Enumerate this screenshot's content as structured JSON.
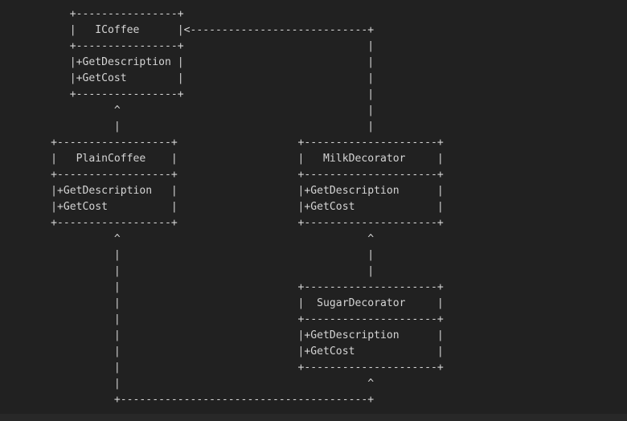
{
  "colors": {
    "background": "#212121",
    "text": "#d4d4d4",
    "scrollbar_track": "#282828"
  },
  "diagram": {
    "entities": [
      {
        "name": "ICoffee",
        "members": [
          "+GetDescription",
          "+GetCost"
        ]
      },
      {
        "name": "PlainCoffee",
        "members": [
          "+GetDescription",
          "+GetCost"
        ]
      },
      {
        "name": "MilkDecorator",
        "members": [
          "+GetDescription",
          "+GetCost"
        ]
      },
      {
        "name": "SugarDecorator",
        "members": [
          "+GetDescription",
          "+GetCost"
        ]
      }
    ],
    "lines": [
      "           +----------------+",
      "           |   ICoffee      |<----------------------------+",
      "           +----------------+                             |",
      "           |+GetDescription |                             |",
      "           |+GetCost        |                             |",
      "           +----------------+                             |",
      "                  ^                                       |",
      "                  |                                       |",
      "        +------------------+                   +---------------------+",
      "        |   PlainCoffee    |                   |   MilkDecorator     |",
      "        +------------------+                   +---------------------+",
      "        |+GetDescription   |                   |+GetDescription      |",
      "        |+GetCost          |                   |+GetCost             |",
      "        +------------------+                   +---------------------+",
      "                  ^                                       ^",
      "                  |                                       |",
      "                  |                                       |",
      "                  |                            +---------------------+",
      "                  |                            |  SugarDecorator     |",
      "                  |                            +---------------------+",
      "                  |                            |+GetDescription      |",
      "                  |                            |+GetCost             |",
      "                  |                            +---------------------+",
      "                  |                                       ^",
      "                  +---------------------------------------+"
    ]
  }
}
